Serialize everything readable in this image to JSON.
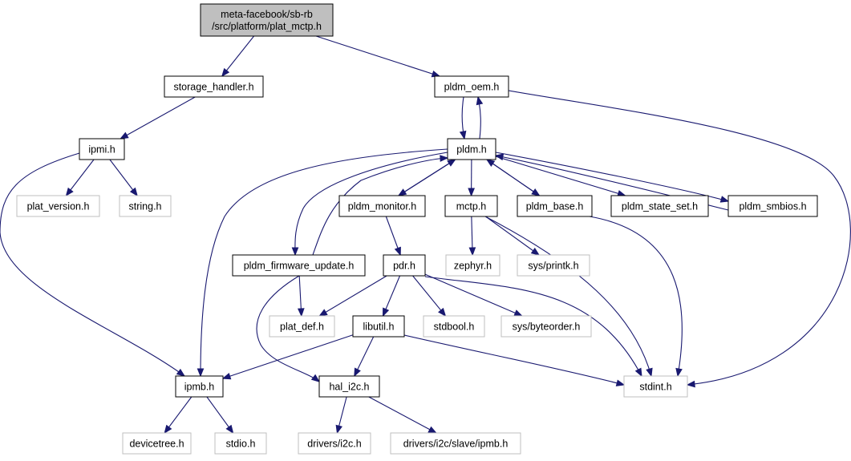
{
  "graph": {
    "nodes": [
      {
        "id": "plat_mctp",
        "lines": [
          "meta-facebook/sb-rb",
          "/src/platform/plat_mctp.h"
        ],
        "style": "main"
      },
      {
        "id": "storage_handler",
        "lines": [
          "storage_handler.h"
        ],
        "style": "normal"
      },
      {
        "id": "pldm_oem",
        "lines": [
          "pldm_oem.h"
        ],
        "style": "normal"
      },
      {
        "id": "ipmi",
        "lines": [
          "ipmi.h"
        ],
        "style": "normal"
      },
      {
        "id": "pldm",
        "lines": [
          "pldm.h"
        ],
        "style": "normal"
      },
      {
        "id": "plat_version",
        "lines": [
          "plat_version.h"
        ],
        "style": "missing"
      },
      {
        "id": "string",
        "lines": [
          "string.h"
        ],
        "style": "missing"
      },
      {
        "id": "pldm_monitor",
        "lines": [
          "pldm_monitor.h"
        ],
        "style": "normal"
      },
      {
        "id": "mctp",
        "lines": [
          "mctp.h"
        ],
        "style": "normal"
      },
      {
        "id": "pldm_base",
        "lines": [
          "pldm_base.h"
        ],
        "style": "normal"
      },
      {
        "id": "pldm_state_set",
        "lines": [
          "pldm_state_set.h"
        ],
        "style": "normal"
      },
      {
        "id": "pldm_smbios",
        "lines": [
          "pldm_smbios.h"
        ],
        "style": "normal"
      },
      {
        "id": "pldm_firmware_update",
        "lines": [
          "pldm_firmware_update.h"
        ],
        "style": "normal"
      },
      {
        "id": "pdr",
        "lines": [
          "pdr.h"
        ],
        "style": "normal"
      },
      {
        "id": "zephyr",
        "lines": [
          "zephyr.h"
        ],
        "style": "missing"
      },
      {
        "id": "sys_printk",
        "lines": [
          "sys/printk.h"
        ],
        "style": "missing"
      },
      {
        "id": "plat_def",
        "lines": [
          "plat_def.h"
        ],
        "style": "missing"
      },
      {
        "id": "libutil",
        "lines": [
          "libutil.h"
        ],
        "style": "normal"
      },
      {
        "id": "stdbool",
        "lines": [
          "stdbool.h"
        ],
        "style": "missing"
      },
      {
        "id": "sys_byteorder",
        "lines": [
          "sys/byteorder.h"
        ],
        "style": "missing"
      },
      {
        "id": "ipmb",
        "lines": [
          "ipmb.h"
        ],
        "style": "normal"
      },
      {
        "id": "hal_i2c",
        "lines": [
          "hal_i2c.h"
        ],
        "style": "normal"
      },
      {
        "id": "stdint",
        "lines": [
          "stdint.h"
        ],
        "style": "missing"
      },
      {
        "id": "devicetree",
        "lines": [
          "devicetree.h"
        ],
        "style": "missing"
      },
      {
        "id": "stdio",
        "lines": [
          "stdio.h"
        ],
        "style": "missing"
      },
      {
        "id": "drivers_i2c",
        "lines": [
          "drivers/i2c.h"
        ],
        "style": "missing"
      },
      {
        "id": "drivers_i2c_slave_ipmb",
        "lines": [
          "drivers/i2c/slave/ipmb.h"
        ],
        "style": "missing"
      }
    ],
    "edges": [
      {
        "from": "plat_mctp",
        "to": "storage_handler"
      },
      {
        "from": "plat_mctp",
        "to": "pldm_oem"
      },
      {
        "from": "storage_handler",
        "to": "ipmi"
      },
      {
        "from": "pldm_oem",
        "to": "pldm"
      },
      {
        "from": "pldm_oem",
        "to": "stdint"
      },
      {
        "from": "ipmi",
        "to": "plat_version"
      },
      {
        "from": "ipmi",
        "to": "string"
      },
      {
        "from": "ipmi",
        "to": "ipmb"
      },
      {
        "from": "pldm",
        "to": "pldm_oem"
      },
      {
        "from": "pldm",
        "to": "pldm_monitor"
      },
      {
        "from": "pldm",
        "to": "mctp"
      },
      {
        "from": "pldm",
        "to": "pldm_base"
      },
      {
        "from": "pldm",
        "to": "pldm_state_set"
      },
      {
        "from": "pldm",
        "to": "pldm_smbios"
      },
      {
        "from": "pldm",
        "to": "pldm_firmware_update"
      },
      {
        "from": "pldm",
        "to": "ipmb"
      },
      {
        "from": "pldm_monitor",
        "to": "pldm"
      },
      {
        "from": "pldm_monitor",
        "to": "pdr"
      },
      {
        "from": "pldm_base",
        "to": "pldm"
      },
      {
        "from": "pldm_base",
        "to": "stdint"
      },
      {
        "from": "pldm_smbios",
        "to": "pldm"
      },
      {
        "from": "pldm_firmware_update",
        "to": "pldm"
      },
      {
        "from": "pldm_firmware_update",
        "to": "plat_def"
      },
      {
        "from": "pldm_firmware_update",
        "to": "hal_i2c"
      },
      {
        "from": "mctp",
        "to": "zephyr"
      },
      {
        "from": "mctp",
        "to": "sys_printk"
      },
      {
        "from": "mctp",
        "to": "stdint"
      },
      {
        "from": "pdr",
        "to": "plat_def"
      },
      {
        "from": "pdr",
        "to": "libutil"
      },
      {
        "from": "pdr",
        "to": "stdbool"
      },
      {
        "from": "pdr",
        "to": "sys_byteorder"
      },
      {
        "from": "pdr",
        "to": "stdint"
      },
      {
        "from": "libutil",
        "to": "ipmb"
      },
      {
        "from": "libutil",
        "to": "hal_i2c"
      },
      {
        "from": "libutil",
        "to": "stdint"
      },
      {
        "from": "ipmb",
        "to": "devicetree"
      },
      {
        "from": "ipmb",
        "to": "stdio"
      },
      {
        "from": "hal_i2c",
        "to": "drivers_i2c"
      },
      {
        "from": "hal_i2c",
        "to": "drivers_i2c_slave_ipmb"
      }
    ]
  }
}
